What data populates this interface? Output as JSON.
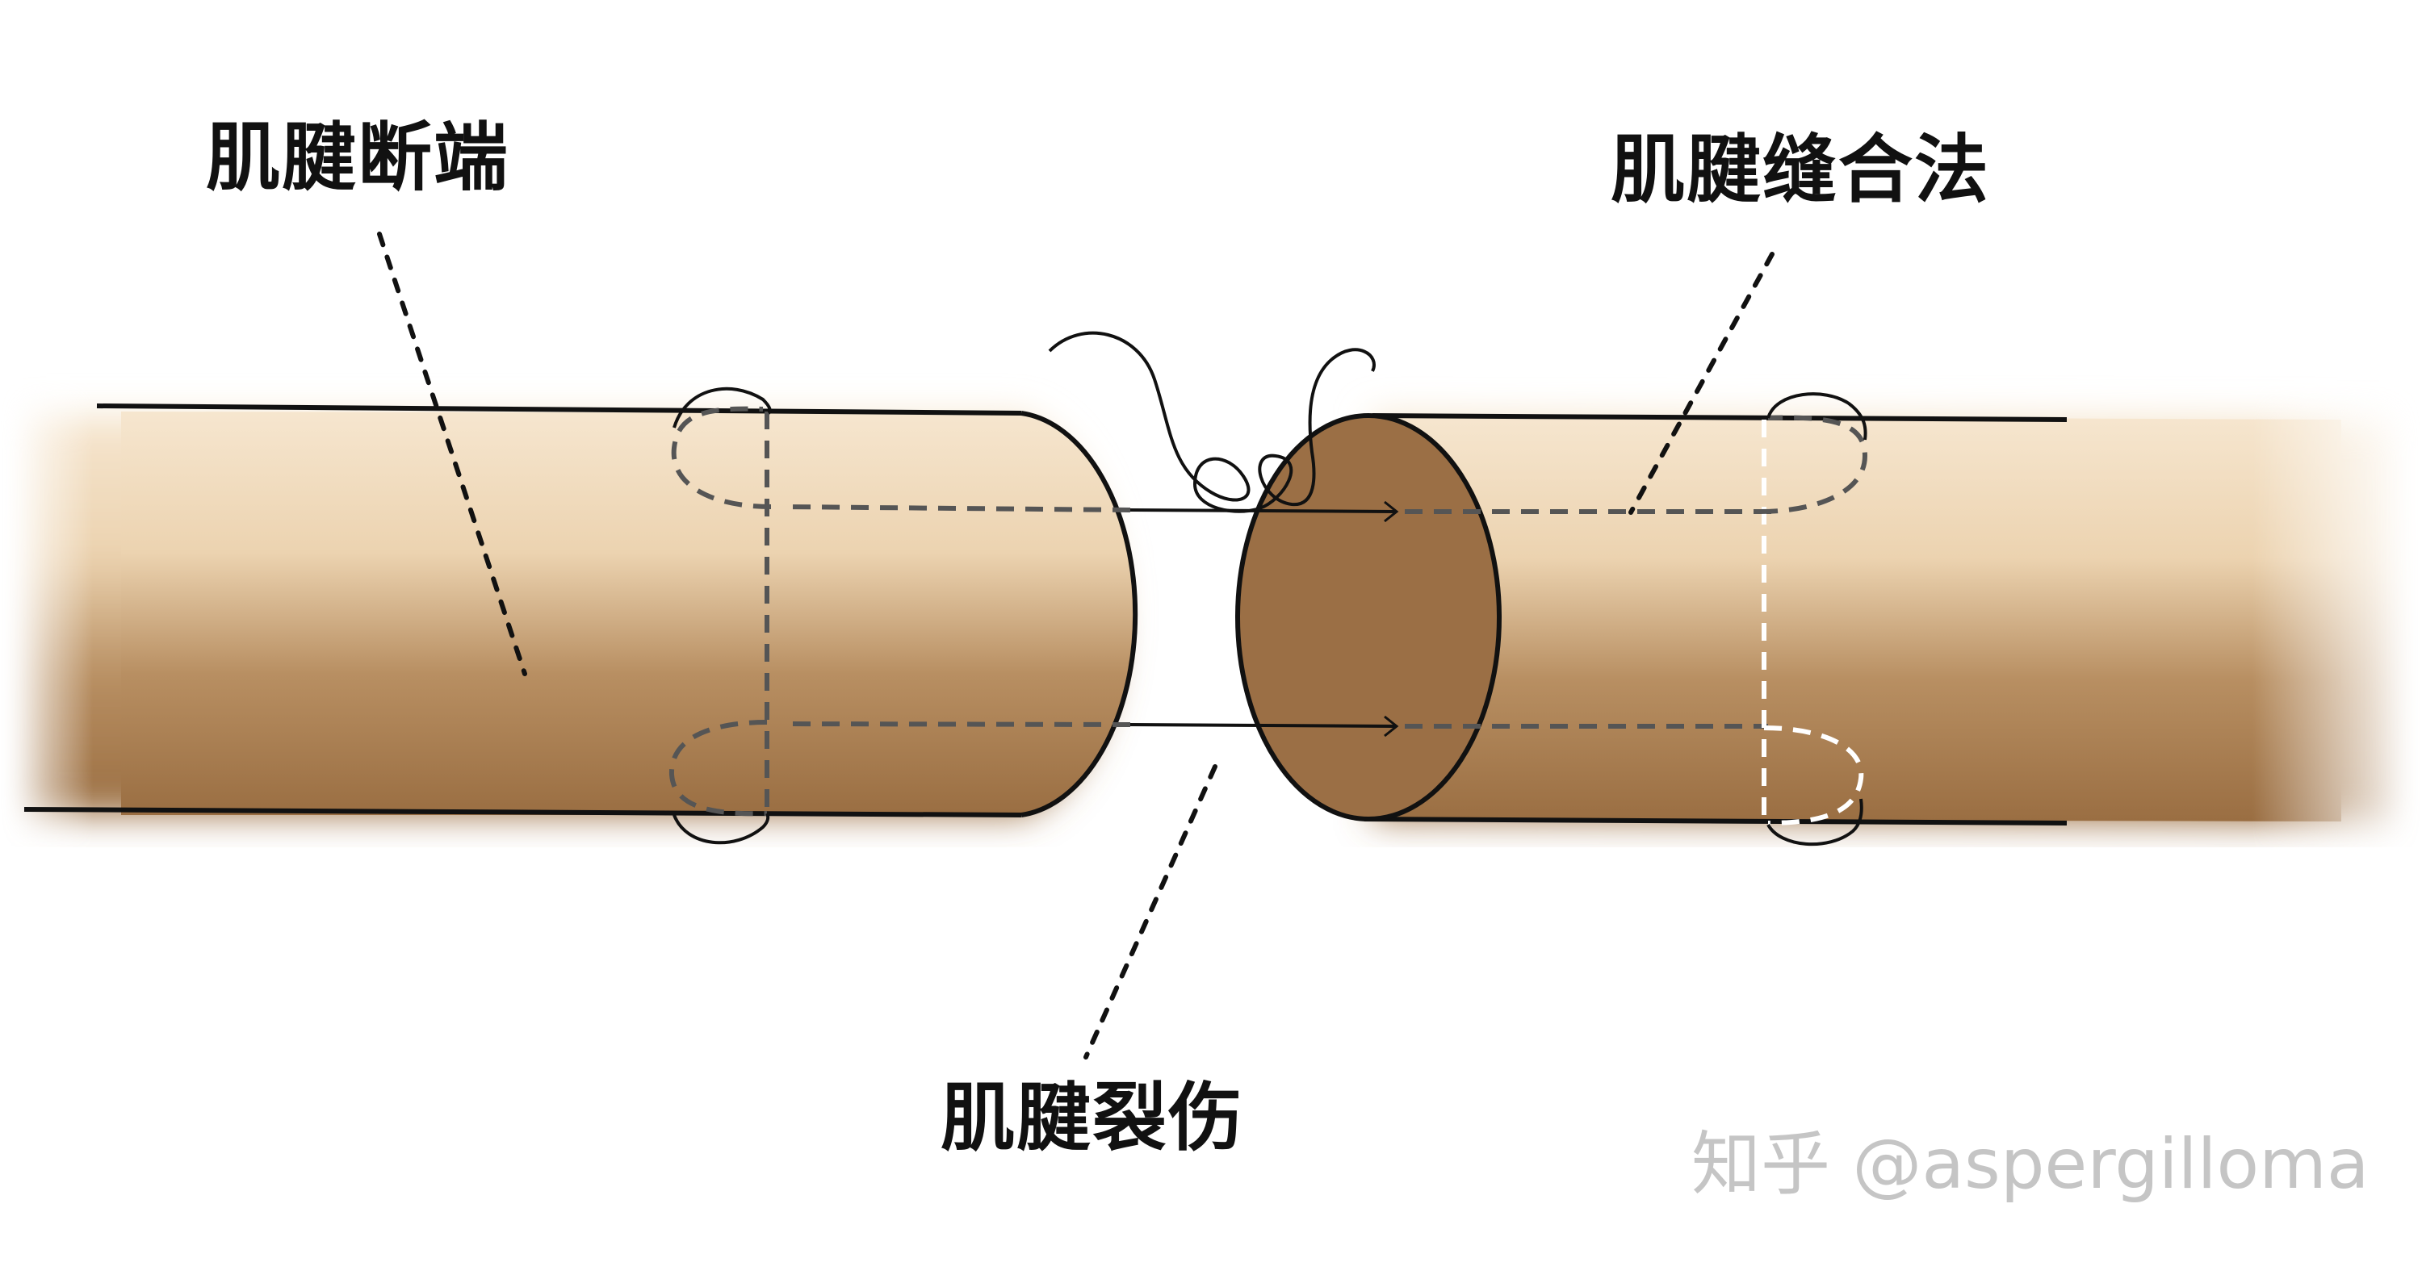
{
  "labels": {
    "tendon_stump": "肌腱断端",
    "tendon_suture_method": "肌腱缝合法",
    "tendon_laceration": "肌腱裂伤"
  },
  "watermark": "知乎 @aspergilloma",
  "colors": {
    "tendon_light": "#f4e2c8",
    "tendon_dark": "#9c7044",
    "cut_face": "#9b6f45",
    "outline": "#111111",
    "suture_dashed": "#555555",
    "suture_dashed_light": "#f0f0f0"
  }
}
